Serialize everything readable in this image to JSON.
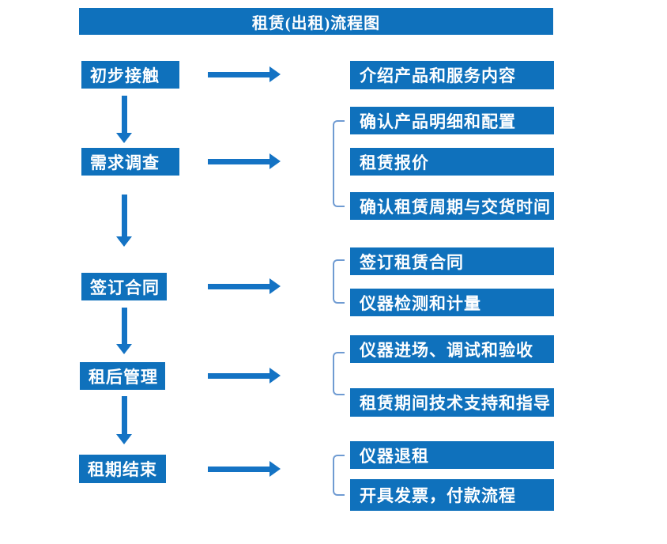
{
  "title": "租赁(出租)流程图",
  "colors": {
    "primary_blue": "#0F71BC",
    "arrow_blue": "#1473C4",
    "bracket_blue": "#6F9BD2",
    "text_white": "#FFFFFF",
    "background": "#FFFFFF"
  },
  "steps": [
    {
      "label": "初步接触",
      "details": [
        "介绍产品和服务内容"
      ]
    },
    {
      "label": "需求调查",
      "details": [
        "确认产品明细和配置",
        "租赁报价",
        "确认租赁周期与交货时间"
      ]
    },
    {
      "label": "签订合同",
      "details": [
        "签订租赁合同",
        "仪器检测和计量"
      ]
    },
    {
      "label": "租后管理",
      "details": [
        "仪器进场、调试和验收",
        "租赁期间技术支持和指导"
      ]
    },
    {
      "label": "租期结束",
      "details": [
        "仪器退租",
        "开具发票，付款流程"
      ]
    }
  ]
}
